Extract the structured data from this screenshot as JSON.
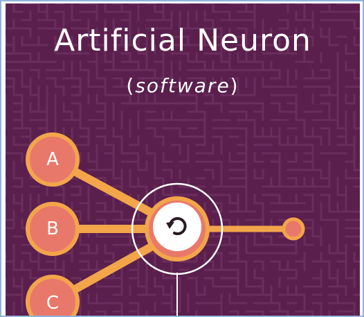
{
  "title": "Artificial Neuron",
  "subtitle": {
    "open": "(",
    "word": "software",
    "close": ")"
  },
  "inputs": [
    {
      "label": "A"
    },
    {
      "label": "B"
    },
    {
      "label": "C"
    }
  ],
  "icons": {
    "core": "refresh-cycle-icon"
  },
  "colors": {
    "background": "#5a1f4d",
    "maze_lines": "#6a2e5d",
    "accent_orange": "#f3a54a",
    "accent_coral": "#e8796a",
    "text": "#ffffff",
    "core_fill": "#ffffff",
    "outline": "#ffffff"
  }
}
